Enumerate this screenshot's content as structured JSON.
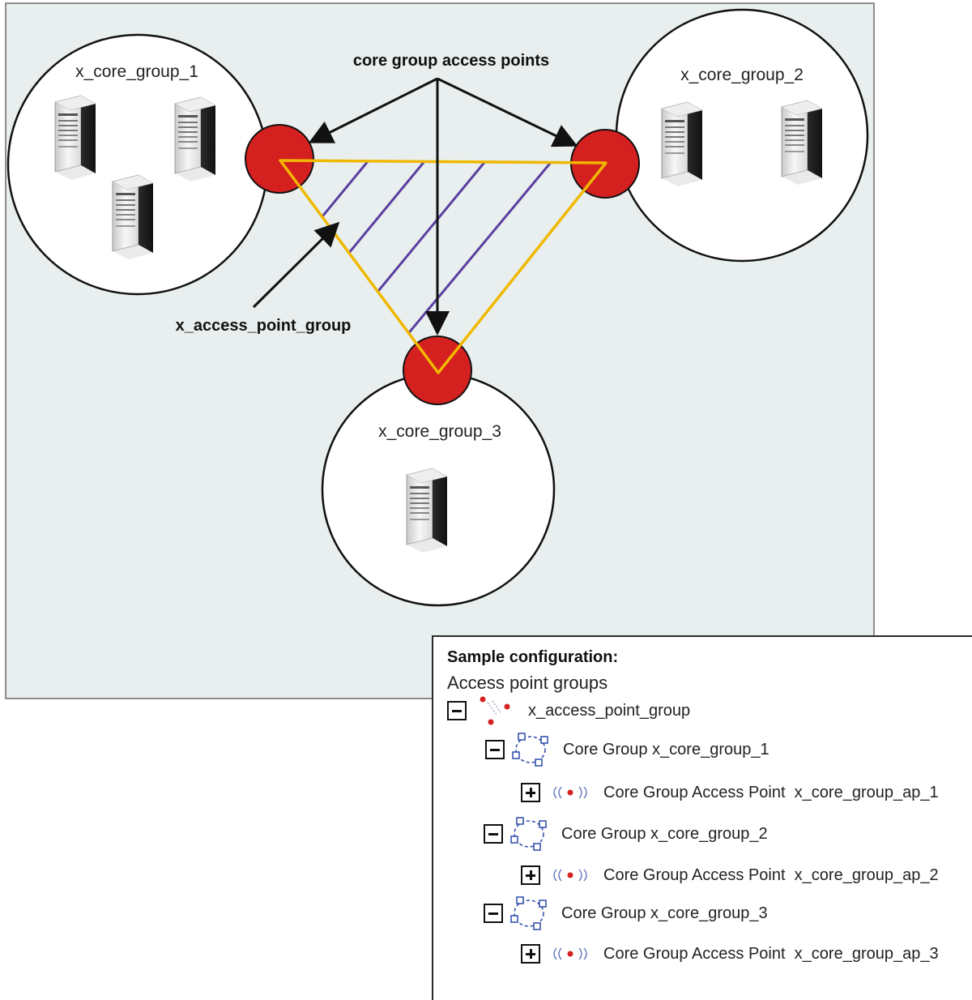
{
  "diagram": {
    "core_groups": [
      {
        "name": "x_core_group_1",
        "servers": 3
      },
      {
        "name": "x_core_group_2",
        "servers": 2
      },
      {
        "name": "x_core_group_3",
        "servers": 1
      }
    ],
    "access_points_label": "core group access points",
    "access_point_group_label": "x_access_point_group",
    "colors": {
      "background": "#e8efee",
      "access_point": "#d52020",
      "triangle": "#f0b800",
      "hatch": "#5a3fa0"
    }
  },
  "config": {
    "title": "Sample configuration:",
    "subtitle": "Access point groups",
    "tree": [
      {
        "toggle": "minus",
        "icon": "access-point-group-icon",
        "label": "x_access_point_group"
      },
      {
        "toggle": "minus",
        "icon": "core-group-icon",
        "label": "Core Group x_core_group_1"
      },
      {
        "toggle": "plus",
        "icon": "access-point-icon",
        "label": "Core Group Access Point  x_core_group_ap_1"
      },
      {
        "toggle": "minus",
        "icon": "core-group-icon",
        "label": "Core Group x_core_group_2"
      },
      {
        "toggle": "plus",
        "icon": "access-point-icon",
        "label": "Core Group Access Point  x_core_group_ap_2"
      },
      {
        "toggle": "minus",
        "icon": "core-group-icon",
        "label": "Core Group x_core_group_3"
      },
      {
        "toggle": "plus",
        "icon": "access-point-icon",
        "label": "Core Group Access Point  x_core_group_ap_3"
      }
    ]
  }
}
